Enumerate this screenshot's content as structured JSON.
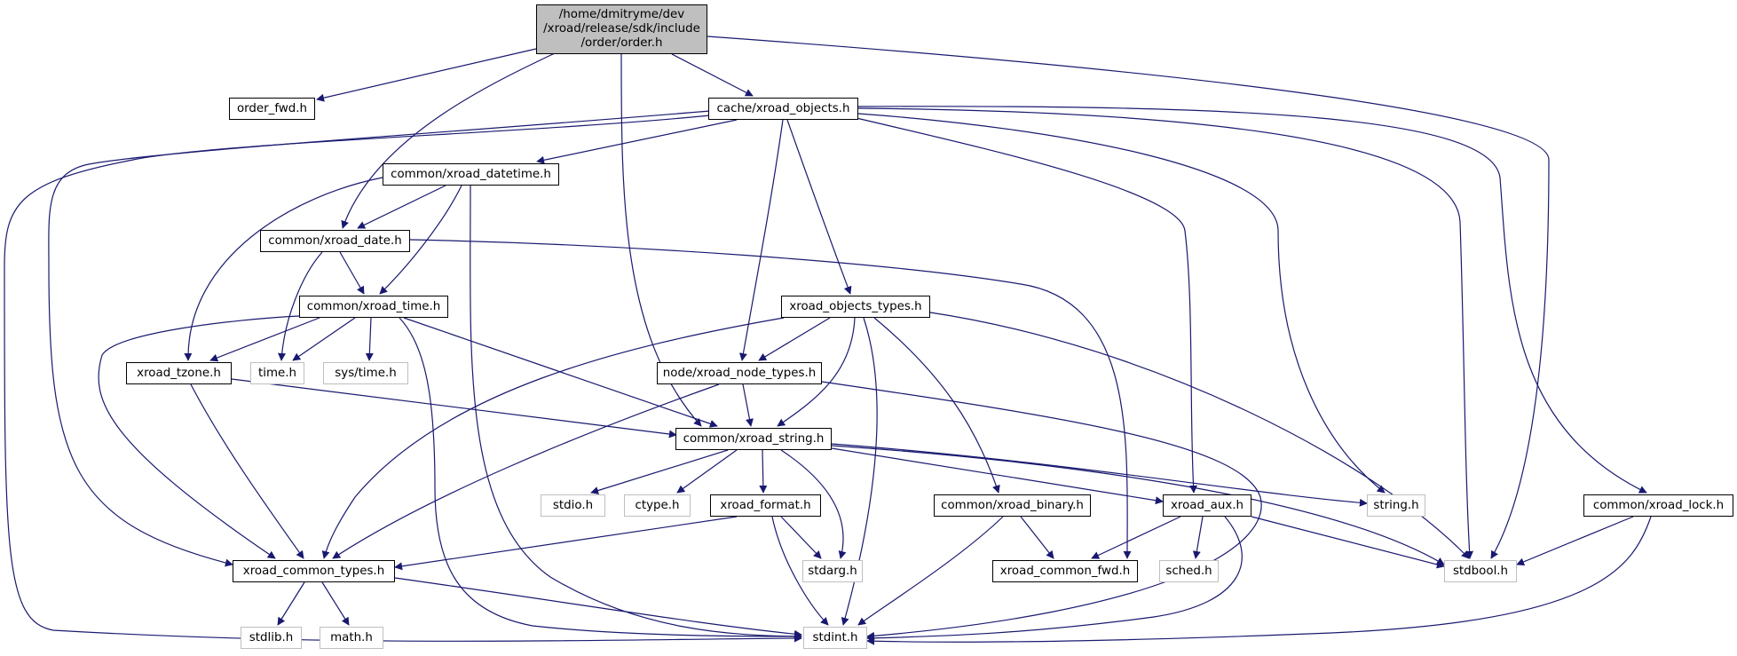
{
  "diagram": {
    "kind": "include dependency graph",
    "colors": {
      "edge": "#191970",
      "root_fill": "#bfbfbf",
      "node_border": "#000000",
      "system_border": "#bfbfbf"
    },
    "root": {
      "id": "order",
      "lines": [
        "/home/dmitryme/dev",
        "/xroad/release/sdk/include",
        "/order/order.h"
      ]
    },
    "nodes": {
      "order_fwd": "order_fwd.h",
      "cache_objects": "cache/xroad_objects.h",
      "datetime": "common/xroad_datetime.h",
      "date": "common/xroad_date.h",
      "time": "common/xroad_time.h",
      "tzone": "xroad_tzone.h",
      "time_h": "time.h",
      "sys_time_h": "sys/time.h",
      "objects_types": "xroad_objects_types.h",
      "node_types": "node/xroad_node_types.h",
      "string": "common/xroad_string.h",
      "stdio_h": "stdio.h",
      "ctype_h": "ctype.h",
      "format": "xroad_format.h",
      "binary": "common/xroad_binary.h",
      "aux": "xroad_aux.h",
      "string_h": "string.h",
      "lock": "common/xroad_lock.h",
      "common_types": "xroad_common_types.h",
      "stdarg_h": "stdarg.h",
      "common_fwd": "xroad_common_fwd.h",
      "sched_h": "sched.h",
      "stdbool_h": "stdbool.h",
      "stdlib_h": "stdlib.h",
      "math_h": "math.h",
      "stdint_h": "stdint.h"
    },
    "edges": [
      [
        "order",
        "order_fwd"
      ],
      [
        "order",
        "date"
      ],
      [
        "order",
        "string"
      ],
      [
        "order",
        "cache_objects"
      ],
      [
        "order",
        "stdbool_h"
      ],
      [
        "cache_objects",
        "stdint_h"
      ],
      [
        "cache_objects",
        "common_types"
      ],
      [
        "cache_objects",
        "datetime"
      ],
      [
        "cache_objects",
        "node_types"
      ],
      [
        "cache_objects",
        "objects_types"
      ],
      [
        "cache_objects",
        "aux"
      ],
      [
        "cache_objects",
        "string_h"
      ],
      [
        "cache_objects",
        "stdbool_h"
      ],
      [
        "cache_objects",
        "lock"
      ],
      [
        "datetime",
        "tzone"
      ],
      [
        "datetime",
        "date"
      ],
      [
        "datetime",
        "time"
      ],
      [
        "datetime",
        "stdint_h"
      ],
      [
        "date",
        "time_h"
      ],
      [
        "date",
        "time"
      ],
      [
        "date",
        "common_fwd"
      ],
      [
        "time",
        "common_types"
      ],
      [
        "time",
        "tzone"
      ],
      [
        "time",
        "time_h"
      ],
      [
        "time",
        "sys_time_h"
      ],
      [
        "time",
        "stdint_h"
      ],
      [
        "time",
        "string"
      ],
      [
        "tzone",
        "string"
      ],
      [
        "tzone",
        "common_types"
      ],
      [
        "objects_types",
        "common_types"
      ],
      [
        "objects_types",
        "node_types"
      ],
      [
        "objects_types",
        "string"
      ],
      [
        "objects_types",
        "stdint_h"
      ],
      [
        "objects_types",
        "binary"
      ],
      [
        "objects_types",
        "stdbool_h"
      ],
      [
        "node_types",
        "string"
      ],
      [
        "node_types",
        "common_types"
      ],
      [
        "node_types",
        "stdint_h"
      ],
      [
        "string",
        "stdio_h"
      ],
      [
        "string",
        "ctype_h"
      ],
      [
        "string",
        "format"
      ],
      [
        "string",
        "stdarg_h"
      ],
      [
        "string",
        "aux"
      ],
      [
        "string",
        "string_h"
      ],
      [
        "string",
        "stdbool_h"
      ],
      [
        "format",
        "common_types"
      ],
      [
        "format",
        "stdarg_h"
      ],
      [
        "format",
        "stdint_h"
      ],
      [
        "binary",
        "common_fwd"
      ],
      [
        "binary",
        "stdint_h"
      ],
      [
        "aux",
        "common_fwd"
      ],
      [
        "aux",
        "sched_h"
      ],
      [
        "aux",
        "stdint_h"
      ],
      [
        "aux",
        "stdbool_h"
      ],
      [
        "lock",
        "stdbool_h"
      ],
      [
        "lock",
        "stdint_h"
      ],
      [
        "common_types",
        "stdlib_h"
      ],
      [
        "common_types",
        "math_h"
      ],
      [
        "common_types",
        "stdint_h"
      ]
    ]
  }
}
